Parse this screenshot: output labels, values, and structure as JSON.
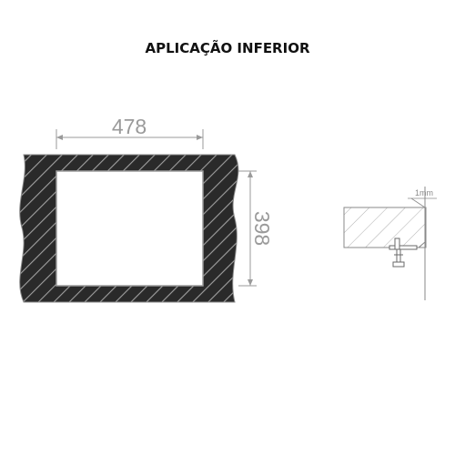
{
  "title": "APLICAÇÃO INFERIOR",
  "cutout": {
    "width_label": "478",
    "height_label": "398"
  },
  "detail": {
    "gap_label": "1mm"
  },
  "colors": {
    "frame_fill": "#2a2a2a",
    "hatch": "#9a9a9a",
    "dimension_lines": "#9a9a9a",
    "detail_lines": "#8a8a8a",
    "title": "#111111"
  }
}
